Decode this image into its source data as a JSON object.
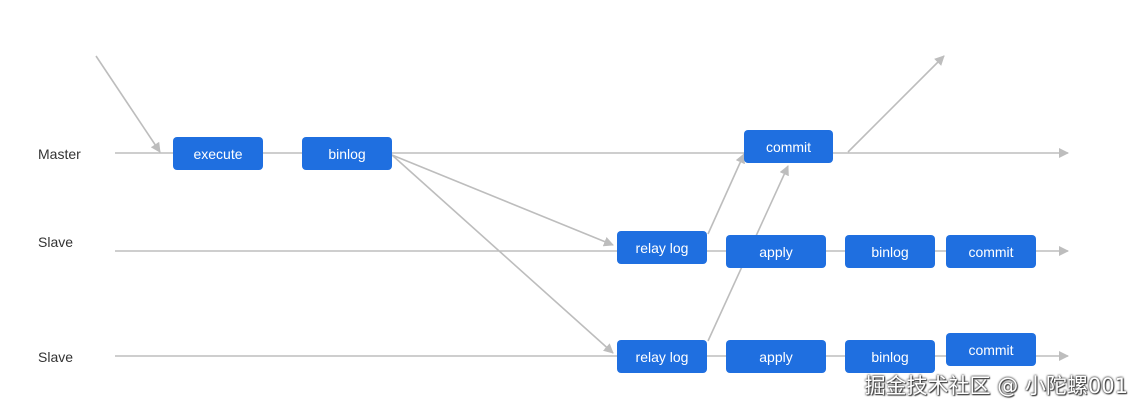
{
  "colors": {
    "box": "#1f6fe0",
    "line": "#bdbdbd"
  },
  "lanes": {
    "master": "Master",
    "slave1": "Slave",
    "slave2": "Slave"
  },
  "master": {
    "execute": "execute",
    "binlog": "binlog",
    "commit": "commit"
  },
  "slave1": {
    "relay_log": "relay log",
    "apply": "apply",
    "binlog": "binlog",
    "commit": "commit"
  },
  "slave2": {
    "relay_log": "relay log",
    "apply": "apply",
    "binlog": "binlog",
    "commit": "commit"
  },
  "watermark": "掘金技术社区 @ 小陀螺001"
}
